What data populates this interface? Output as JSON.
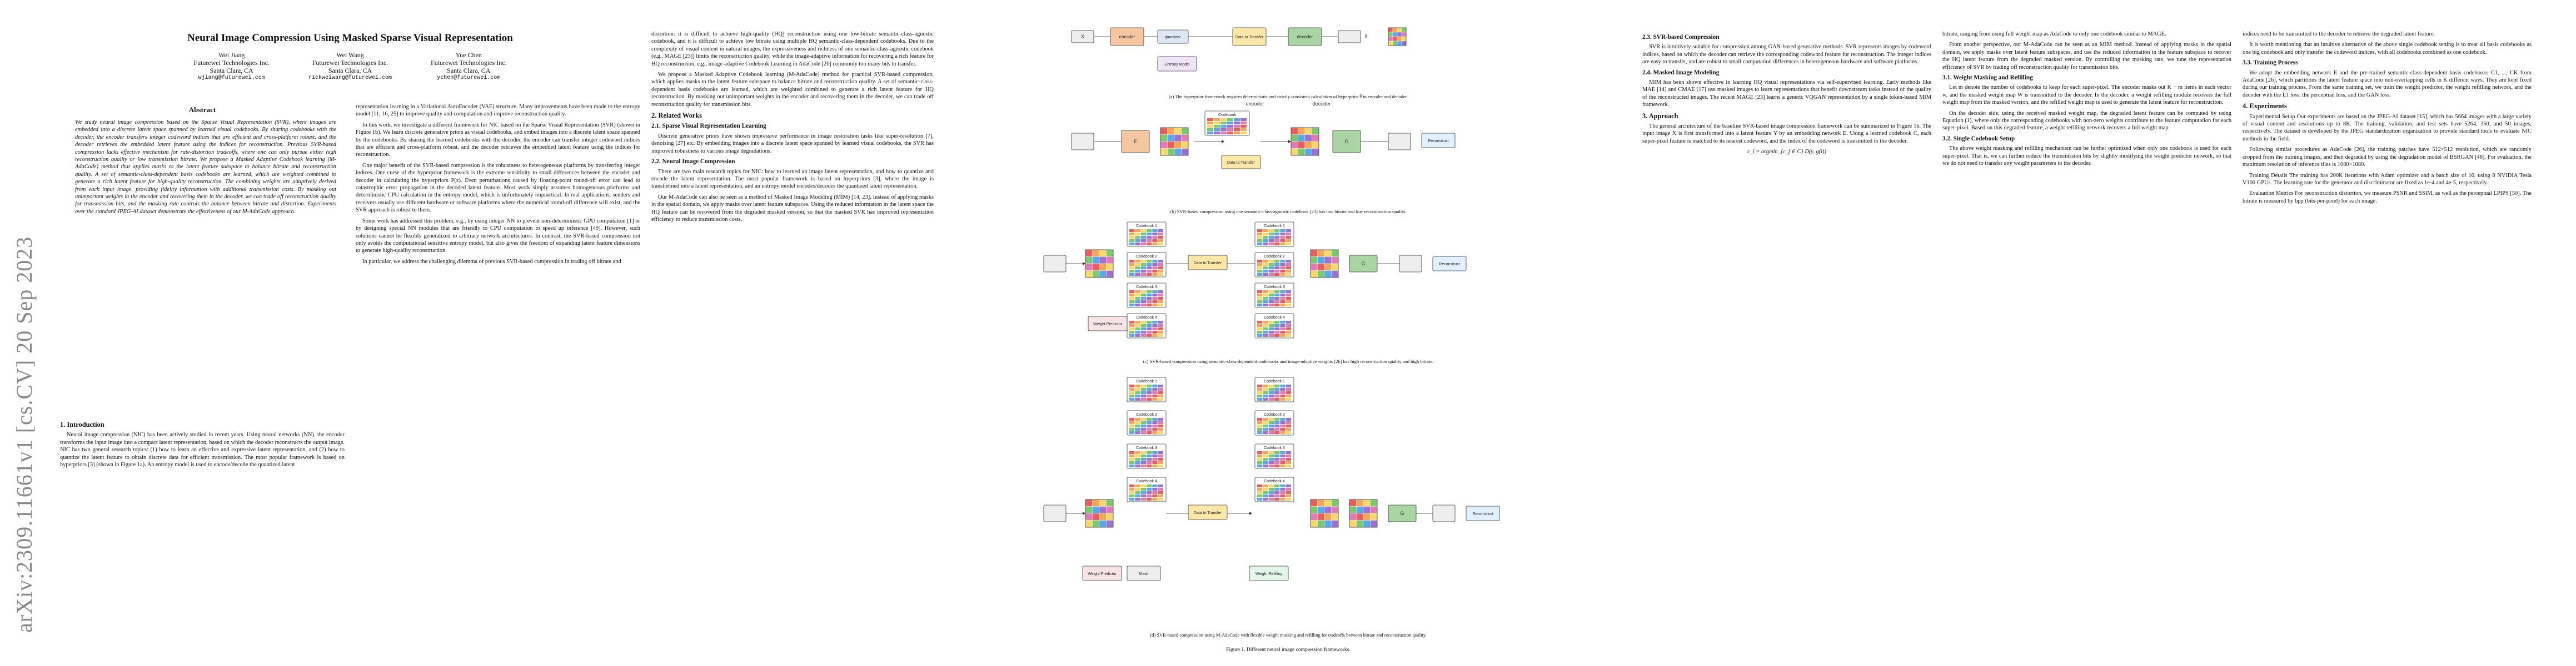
{
  "arxiv_stamp": "arXiv:2309.11661v1  [cs.CV]  20 Sep 2023",
  "title": "Neural Image Compression Using Masked Sparse Visual Representation",
  "authors": [
    {
      "name": "Wei Jiang",
      "affil": "Futurewei Technologies Inc.",
      "loc": "Santa Clara, CA",
      "email": "wjiang@futurewei.com"
    },
    {
      "name": "Wei Wang",
      "affil": "Futurewei Technologies Inc.",
      "loc": "Santa Clara, CA",
      "email": "rickweiwang@futurewei.com"
    },
    {
      "name": "Yue Chen",
      "affil": "Futurewei Technologies Inc.",
      "loc": "Santa Clara, CA",
      "email": "ychen@futurewei.com"
    }
  ],
  "abstract_heading": "Abstract",
  "abstract": "We study neural image compression based on the Sparse Visual Representation (SVR), where images are embedded into a discrete latent space spanned by learned visual codebooks. By sharing codebooks with the decoder, the encoder transfers integer codeword indices that are efficient and cross-platform robust, and the decoder retrieves the embedded latent feature using the indices for reconstruction. Previous SVR-based compression lacks effective mechanism for rate-distortion tradeoffs, where one can only pursue either high reconstruction quality or low transmission bitrate. We propose a Masked Adaptive Codebook learning (M-AdaCode) method that applies masks to the latent feature subspace to balance bitrate and reconstruction quality. A set of semantic-class-dependent basis codebooks are learned, which are weighted combined to generate a rich latent feature for high-quality reconstruction. The combining weights are adaptively derived from each input image, providing fidelity information with additional transmission costs. By masking out unimportant weights in the encoder and recovering them in the decoder, we can trade off reconstruction quality for transmission bits, and the masking rate controls the balance between bitrate and distortion. Experiments over the standard JPEG-AI dataset demonstrate the effectiveness of our M-AdaCode approach.",
  "sec1_heading": "1. Introduction",
  "sec1_p1": "Neural image compression (NIC) has been actively studied in recent years. Using neural networks (NN), the encoder transforms the input image into a compact latent representation, based on which the decoder reconstructs the output image. NIC has two general research topics: (1) how to learn an effective and expressive latent representation, and (2) how to quantize the latent feature to obtain discrete data for efficient transmission. The most popular framework is based on hyperpriors [3] (shown in Figure 1a). An entropy model is used to encode/decode the quantized latent",
  "col2_p1": "representation learning in a Variational AutoEncoder (VAE) structure. Many improvements have been made to the entropy model [11, 16, 25] to improve quality and computation and improve reconstruction quality.",
  "col2_p2": "In this work, we investigate a different framework for NIC based on the Sparse Visual Representation (SVR) (shown in Figure 1b). We learn discrete generative priors as visual codebooks, and embed images into a discrete latent space spanned by the codebooks. By sharing the learned codebooks with the decoder, the encoder can transfer integer codeword indices that are efficient and cross-platform robust, and the decoder retrieves the embedded latent feature using the indices for reconstruction.",
  "col2_p3": "One major benefit of the SVR-based compression is the robustness to heterogeneous platforms by transferring integer indices. One curse of the hyperprior framework is the extreme sensitivity to small differences between the encoder and decoder in calculating the hyperpriors P(z). Even perturbations caused by floating-point round-off error can lead to catastrophic error propagation in the decoded latent feature. Most work simply assumes homogeneous platforms and deterministic CPU calculation in the entropy model, which is unfortunately impractical. In real applications, senders and receivers usually use different hardware or software platforms where the numerical round-off difference will exist, and the SVR approach is robust to them.",
  "col2_p4": "Some work has addressed this problem, e.g., by using integer NN to prevent non-deterministic GPU computation [1] or by designing special NN modules that are friendly to CPU computation to speed up inference [49]. However, such solutions cannot be flexibly generalized to arbitrary network architectures. In contrast, the SVR-based compression not only avoids the computational sensitive entropy model, but also gives the freedom of expanding latent feature dimensions to generate high-quality reconstruction.",
  "col2_p5": "In particular, we address the challenging dilemma of previous SVR-based compression in trading off bitrate and",
  "col3_p1": "distortion: it is difficult to achieve high-quality (HQ) reconstruction using one low-bitrate semantic-class-agnostic codebook, and it is difficult to achieve low bitrate using multiple HQ semantic-class-dependent codebooks. Due to the complexity of visual content in natural images, the expressiveness and richness of one semantic-class-agnostic codebook (e.g., MAGE [23]) limits the reconstruction quality, while the image-adaptive information for recovering a rich feature for HQ reconstruction, e.g., image-adaptive Codebook Learning in AdaCode [26] commonly too many bits to transfer.",
  "col3_p2": "We propose a Masked Adaptive Codebook learning (M-AdaCode) method for practical SVR-based compression, which applies masks to the latent feature subspace to balance bitrate and reconstruction quality. A set of semantic-class-dependent basis codebooks are learned, which are weighted combined to generate a rich latent feature for HQ reconstruction. By masking out unimportant weights in the encoder and recovering them in the decoder, we can trade off reconstruction quality for transmission bits.",
  "sec2_heading": "2. Related Works",
  "sec21_heading": "2.1. Sparse Visual Representation Learning",
  "sec21_p1": "Discrete generative priors have shown impressive performance in image restoration tasks like super-resolution [7], denoising [27] etc. By embedding images into a discrete latent space spanned by learned visual codebooks, the SVR has improved robustness to various image degradations.",
  "sec22_heading": "2.2. Neural Image Compression",
  "sec22_p1": "There are two main research topics for NIC: how to learned an image latent representation, and how to quantize and encode the latent representation. The most popular framework is based on hyperpriors [3], where the image is transformed into a latent representation, and an entropy model encodes/decodes the quantized latent representation.",
  "sec22_p2": "Our M-AdaCode can also be seen as a method of Masked Image Modeling (MIM) [14, 23]. Instead of applying masks in the spatial domain, we apply masks over latent feature subspaces. Using the reduced information in the latent space the HQ feature can be recovered from the degraded masked version, so that the masked SVR has improved representation efficiency to reduce transmission costs.",
  "sec23_heading": "2.3. SVR-based Compression",
  "sec23_p1": "SVR is intuitively suitable for compression among GAN-based generative methods. SVR represents images by codeword indices, based on which the decoder can retrieve the corresponding codeword feature for reconstruction. The integer indices are easy to transfer, and are robust to small computation differences in heterogeneous hardware and software platforms.",
  "sec24_heading": "2.4. Masked Image Modeling",
  "sec24_p1": "MIM has been shown effective in learning HQ visual representations via self-supervised learning. Early methods like MAE [14] and CMAE [17] use masked images to learn representations that benefit downstream tasks instead of the quality of the reconstructed images. The recent MAGE [23] learns a generic VQGAN representation by a single token-based MIM framework.",
  "sec3_heading": "3. Approach",
  "sec3_p1": "The general architecture of the baseline SVR-based image compression framework can be summarized in Figure 1b. The input image X is first transformed into a latent feature Y by an embedding network E. Using a learned codebook C, each super-pixel feature is matched to its nearest codeword, and the index of the codeword is transmitted to the decoder.",
  "sec3_eq": "c_i = argmin_{c_j ∈ C} D(y, g(l))",
  "col6_p1": "bitrate, ranging from using full weight map as AdaCode to only one codebook similar to MAGE.",
  "col6_p2": "From another perspective, our M-AdaCode can be seen as an MIM method. Instead of applying masks in the spatial domain, we apply masks over latent feature subspaces, and use the reduced information in the feature subspace to recover the HQ latent feature from the degraded masked version. By controlling the masking rate, we tune the representation efficiency of SVR by trading off reconstruction quality for transmission bits.",
  "sec31_heading": "3.1. Weight Masking and Refilling",
  "sec31_p1": "Let m denote the number of codebooks to keep for each super-pixel. The encoder masks out K − m items in each vector w, and the masked weight map W is transmitted to the decoder. In the decoder, a weight refilling module recovers the full weight map from the masked version, and the refilled weight map is used to generate the latent feature for reconstruction.",
  "sec31_p2": "On the decoder side, using the received masked weight map, the degraded latent feature can be computed by using Equation (1), where only the corresponding codebooks with non-zero weights contribute to the feature computation for each super-pixel. Based on this degraded feature, a weight refilling network recovers a full weight map.",
  "sec32_heading": "3.2. Single Codebook Setup",
  "sec32_p1": "The above weight masking and refilling mechanism can be further optimized when only one codebook is used for each super-pixel. That is, we can further reduce the transmission bits by slightly modifying the weight predictor network, so that we do not need to transfer any weight parameters to the decoder.",
  "col7_p1": "indices need to be transmitted to the decoder to retrieve the degraded latent feature.",
  "col7_p2": "It is worth mentioning that an intuitive alternative of the above single codebook setting is to treat all basis codebooks as one big codebook and only transfer the codeword indices, with all codebooks combined as one codebook.",
  "sec33_heading": "3.3. Training Process",
  "sec33_p1": "We adopt the embedding network E and the pre-trained semantic-class-dependent basis codebooks C1, ..., CK from AdaCode [26], which partitions the latent feature space into non-overlapping cells in K different ways. They are kept fixed during our training process. From the same training set, we train the weight predictor, the weight refilling network, and the decoder with the L1 loss, the perceptual loss, and the GAN loss.",
  "sec4_heading": "4. Experiments",
  "sec4_p1": "Experimental Setup Our experiments are based on the JPEG-AI dataset [15], which has 5664 images with a large variety of visual content and resolutions up to 8K. The training, validation, and test sets have 5264, 350, and 50 images, respectively. The dataset is developed by the JPEG standardization organization to provide standard tools to evaluate NIC methods in the field.",
  "sec4_p2": "Following similar procedures as AdaCode [26], the training patches have 512×512 resolution, which are randomly cropped from the training images, and then degraded by using the degradation model of BSRGAN [48]. For evaluation, the maximum resolution of inference tiles is 1080×1080.",
  "sec4_p3": "Training Details The training has 200K iterations with Adam optimizer and a batch size of 16, using 8 NVIDIA Tesla V100 GPUs. The learning rate for the generator and discriminator are fixed as 1e-4 and 4e-5, respectively.",
  "sec4_p4": "Evaluation Metrics For reconstruction distortion, we measure PSNR and SSIM, as well as the perceptual LPIPS [50]. The bitrate is measured by bpp (bits-per-pixel) for each image.",
  "figure": {
    "sub_a": "(a) The hyperprior framework requires deterministic and strictly consistent calculation of hyperprior P̂ in encoder and decoder.",
    "sub_b": "(b) SVR-based compression using one semantic-class-agnostic codebook [23] has low bitrate and low reconstruction quality.",
    "sub_c": "(c) SVR-based compression using semantic-class-dependent codebooks and image-adaptive weights [26] has high reconstruction quality and high bitrate.",
    "sub_d": "(d) SVR-based compression using M-AdaCode with flexible weight masking and refilling for tradeoffs between bitrate and reconstruction quality.",
    "caption": "Figure 1. Different neural image compression frameworks.",
    "labels": {
      "encoder": "encoder",
      "decoder": "decoder",
      "codebook": "Codebook",
      "data_transfer": "Data to Transfer",
      "quantizer": "quantizer",
      "entropy_model": "Entropy Model",
      "weight_predictor": "Weight Predictor",
      "weight_refill": "Weight Refilling",
      "reconstruct": "Reconstruct"
    }
  },
  "colors": {
    "cite": "#2a7a2a",
    "codebook_palette": [
      "#e85d5d",
      "#f2a65a",
      "#f5d76e",
      "#7bc96f",
      "#5aa9e6",
      "#9b72cf",
      "#e07bb5"
    ],
    "encoder_fill": "#f4c7a1",
    "decoder_fill": "#a8d5a2",
    "transfer_fill": "#fde7a8"
  }
}
